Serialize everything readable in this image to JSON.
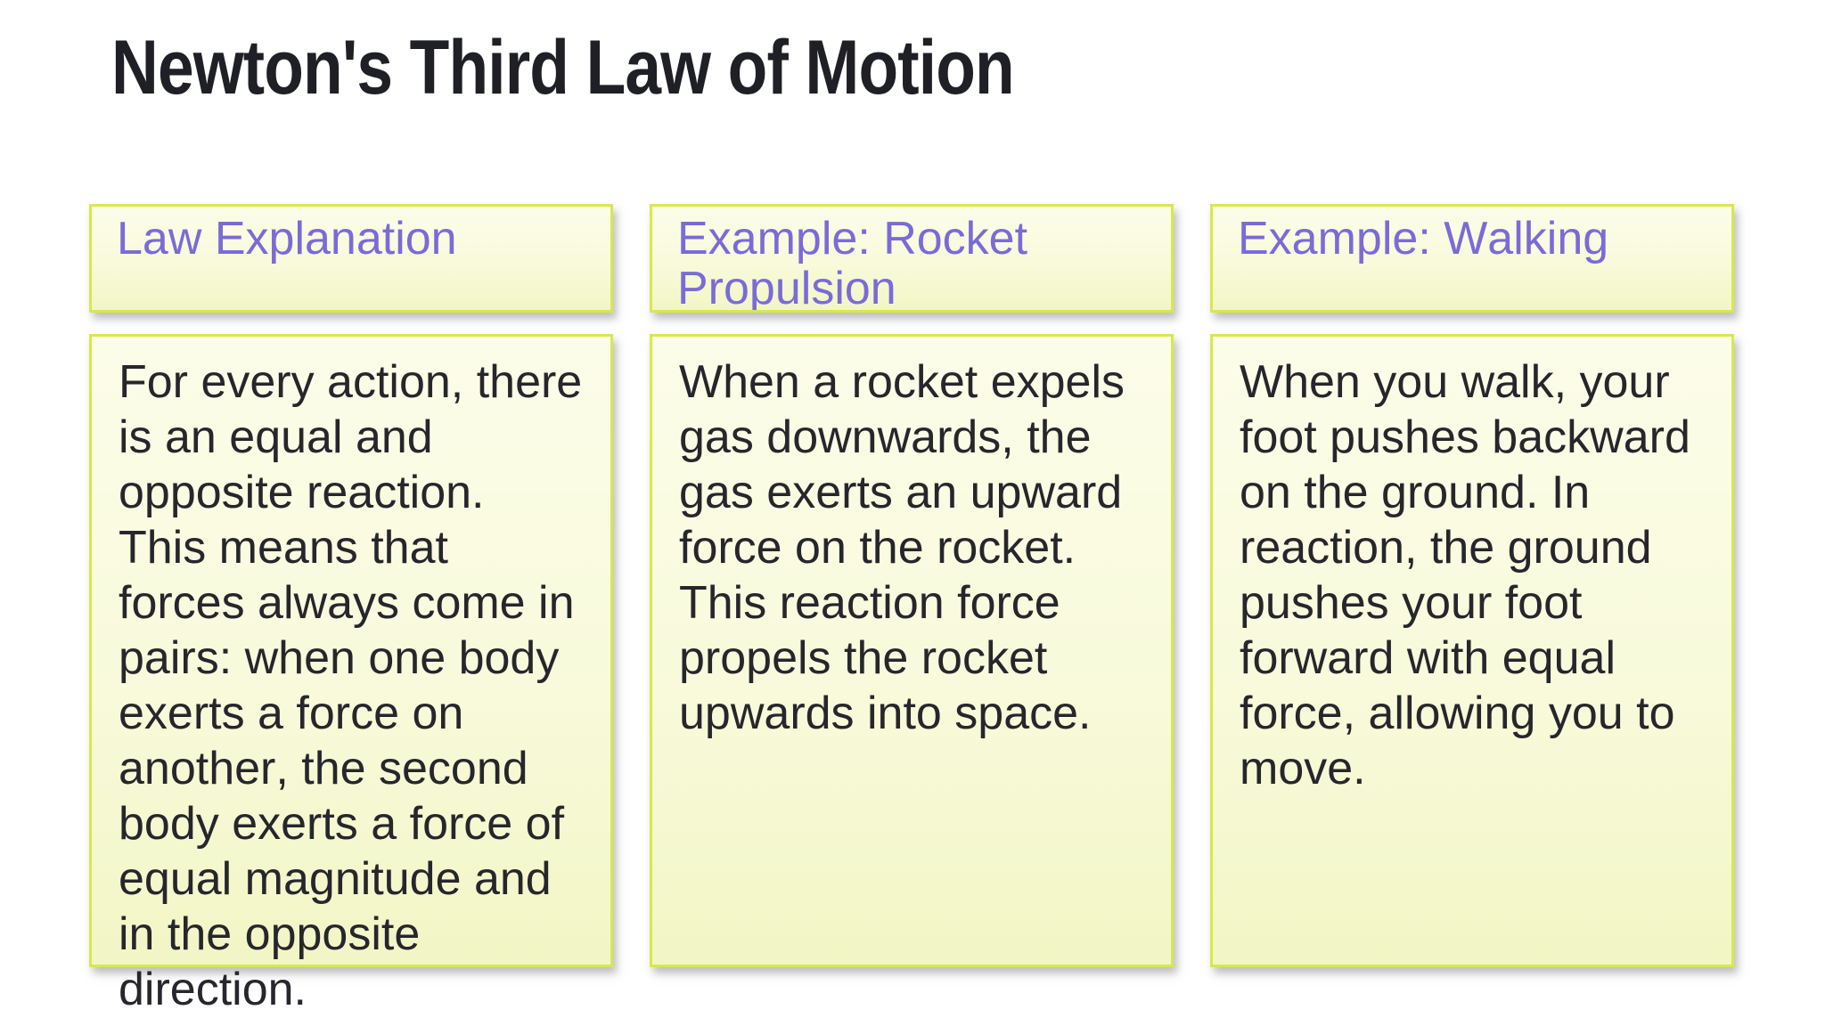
{
  "title": "Newton's Third Law of Motion",
  "cards": [
    {
      "header": "Law Explanation",
      "body": "For every action, there is an equal and opposite reaction. This means that forces always come in pairs: when one body exerts a force on another, the second body exerts a force of equal magnitude and in the opposite direction."
    },
    {
      "header": "Example: Rocket Propulsion",
      "body": "When a rocket expels gas downwards, the gas exerts an upward force on the rocket. This reaction force propels the rocket upwards into space."
    },
    {
      "header": "Example: Walking",
      "body": "When you walk, your foot pushes backward on the ground. In reaction, the ground pushes your foot forward with equal force, allowing you to move."
    }
  ],
  "colors": {
    "background": "#ffffff",
    "title_text": "#1f1f26",
    "header_text": "#7a6bd8",
    "body_text": "#26262c",
    "card_border": "#d9e84a",
    "card_fill_top": "#fcfde9",
    "card_fill_bottom": "#f2f6c5",
    "card_shadow": "#7d7d7d"
  }
}
